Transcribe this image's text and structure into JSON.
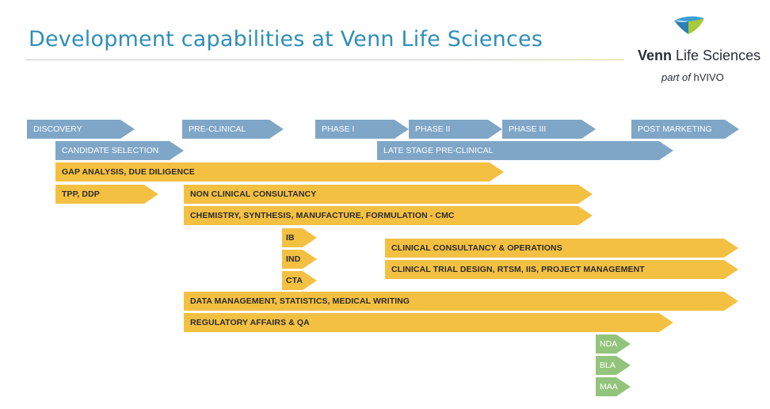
{
  "slide": {
    "title": "Development capabilities at Venn Life Sciences"
  },
  "logo": {
    "brand_bold": "Venn",
    "brand_rest": " Life Sciences",
    "tagline_italic": "part of",
    "tagline_rest": " hVIVO",
    "colors": {
      "mark_top": "#3aa0d8",
      "mark_left": "#2e7fb3",
      "mark_right": "#a7c93a"
    }
  },
  "stages": [
    {
      "id": "discovery",
      "label": "DISCOVERY"
    },
    {
      "id": "pre-clinical",
      "label": "PRE-CLINICAL"
    },
    {
      "id": "phase-1",
      "label": "PHASE I"
    },
    {
      "id": "phase-2",
      "label": "PHASE II"
    },
    {
      "id": "phase-3",
      "label": "PHASE III"
    },
    {
      "id": "post-marketing",
      "label": "POST MARKETING"
    }
  ],
  "activities": [
    {
      "id": "candidate-selection",
      "label": "CANDIDATE SELECTION"
    },
    {
      "id": "late-stage-pre-clinical",
      "label": "LATE STAGE PRE-CLINICAL"
    }
  ],
  "services": [
    {
      "id": "gap-analysis",
      "label": "GAP ANALYSIS, DUE DILIGENCE"
    },
    {
      "id": "tpp-ddp",
      "label": "TPP, DDP"
    },
    {
      "id": "non-clinical-consultancy",
      "label": "NON CLINICAL CONSULTANCY"
    },
    {
      "id": "cmc",
      "label": "CHEMISTRY, SYNTHESIS, MANUFACTURE, FORMULATION - CMC"
    },
    {
      "id": "ib",
      "label": "IB"
    },
    {
      "id": "ind",
      "label": "IND"
    },
    {
      "id": "cta",
      "label": "CTA"
    },
    {
      "id": "clinical-consultancy",
      "label": "CLINICAL CONSULTANCY & OPERATIONS"
    },
    {
      "id": "clinical-trial-design",
      "label": "CLINICAL TRIAL DESIGN, RTSM, IIS, PROJECT MANAGEMENT"
    },
    {
      "id": "data-management",
      "label": "DATA MANAGEMENT, STATISTICS, MEDICAL WRITING"
    },
    {
      "id": "regulatory-affairs",
      "label": "REGULATORY AFFAIRS & QA"
    }
  ],
  "submissions": [
    {
      "id": "nda",
      "label": "NDA"
    },
    {
      "id": "bla",
      "label": "BLA"
    },
    {
      "id": "maa",
      "label": "MAA"
    }
  ],
  "colors": {
    "title": "#2e8fb8",
    "stage_arrow": "#7fa6c7",
    "service_arrow": "#f4c042",
    "submission_arrow": "#93c47c"
  }
}
